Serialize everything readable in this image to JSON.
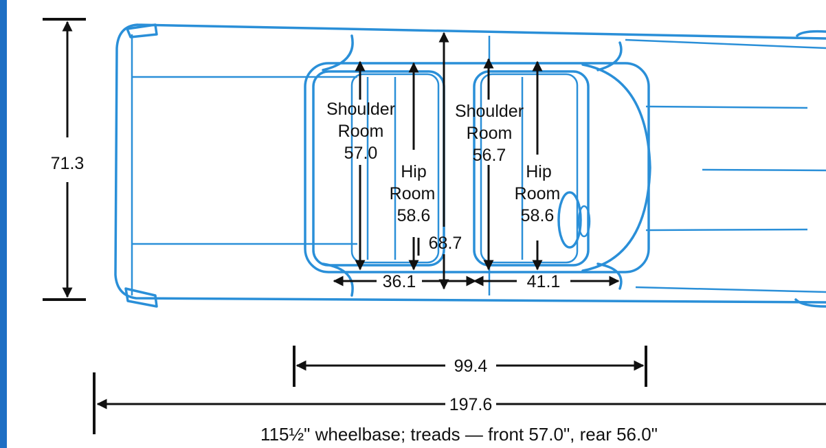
{
  "colors": {
    "car_outline": "#2a8fd8",
    "dimension_ink": "#111111",
    "left_edge_band": "#1e6fc4"
  },
  "labels": {
    "overall_width": "71.3",
    "rear_shoulder": {
      "line1": "Shoulder",
      "line2": "Room",
      "value": "57.0"
    },
    "front_shoulder": {
      "line1": "Shoulder",
      "line2": "Room",
      "value": "56.7"
    },
    "rear_hip": {
      "line1": "Hip",
      "line2": "Room",
      "value": "58.6"
    },
    "front_hip": {
      "line1": "Hip",
      "line2": "Room",
      "value": "58.6"
    },
    "rear_legroom": "36.1",
    "front_legroom": "41.1",
    "interior_length": "68.7",
    "wheelbase_span": "99.4",
    "overall_length": "197.6",
    "caption": "115½\" wheelbase; treads — front 57.0\", rear 56.0\""
  }
}
